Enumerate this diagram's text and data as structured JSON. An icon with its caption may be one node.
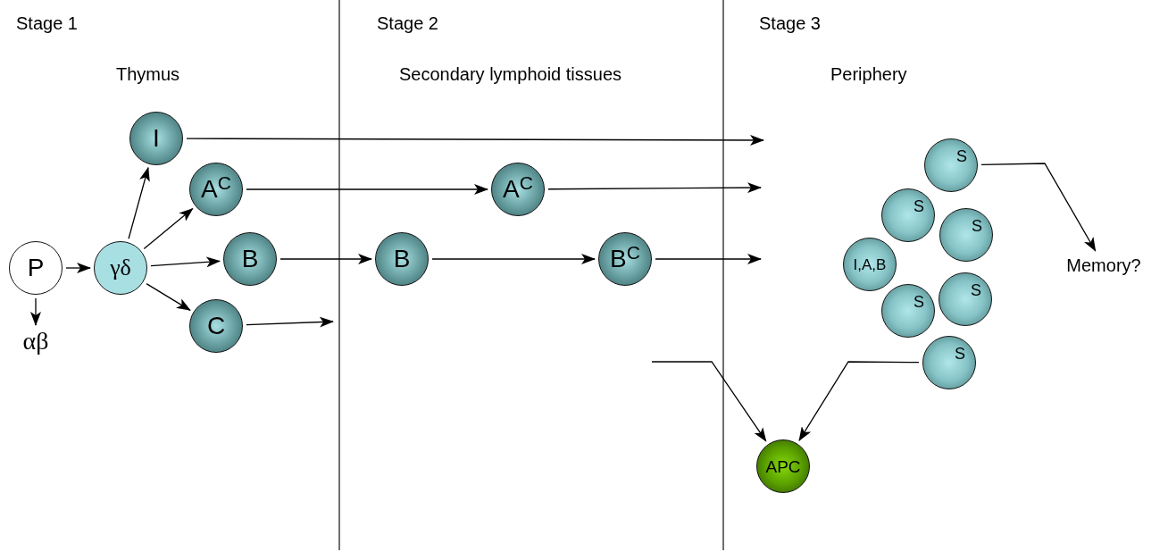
{
  "diagram": {
    "nodes": [
      {
        "text": [
          "P"
        ]
      },
      {
        "text": [
          "γδ"
        ]
      },
      {
        "text": [
          "I"
        ]
      },
      {
        "text": [
          "A$^{C}$"
        ]
      },
      {
        "text": [
          "B"
        ]
      },
      {
        "text": [
          "C"
        ]
      },
      {
        "text": [
          "αβ"
        ]
      },
      {
        "text": [
          "B"
        ]
      },
      {
        "text": [
          "A$^{C}$"
        ]
      },
      {
        "text": [
          "B$^{C}$"
        ]
      },
      {
        "text": [
          "S"
        ]
      },
      {
        "text": [
          "S"
        ]
      },
      {
        "text": [
          "S"
        ]
      },
      {
        "text": [
          "I,A,B"
        ]
      },
      {
        "text": [
          "S"
        ]
      },
      {
        "text": [
          "S"
        ]
      },
      {
        "text": [
          "S"
        ]
      },
      {
        "text": [
          "APC"
        ]
      },
      {
        "text": [
          "Memory?"
        ]
      }
    ],
    "edges": [
      {
        "from": 0,
        "to": 1,
        "arrow": "to"
      },
      {
        "from": 0,
        "to": 6,
        "arrow": "to"
      },
      {
        "from": 1,
        "to": 2,
        "arrow": "to"
      },
      {
        "from": 1,
        "to": 3,
        "arrow": "to"
      },
      {
        "from": 1,
        "to": 4,
        "arrow": "to"
      },
      {
        "from": 1,
        "to": 5,
        "arrow": "to"
      },
      {
        "from": 2,
        "to": null,
        "arrow": "to"
      },
      {
        "from": 3,
        "to": 8,
        "arrow": "to"
      },
      {
        "from": 4,
        "to": 7,
        "arrow": "to"
      },
      {
        "from": 5,
        "to": null,
        "arrow": "to"
      },
      {
        "from": 7,
        "to": 9,
        "arrow": "to"
      },
      {
        "from": 8,
        "to": null,
        "arrow": "to"
      },
      {
        "from": 9,
        "to": null,
        "arrow": "to"
      },
      {
        "from": 10,
        "to": 18,
        "arrow": "to"
      },
      {
        "from": null,
        "to": 17,
        "arrow": "to"
      },
      {
        "from": 16,
        "to": 17,
        "arrow": "to"
      }
    ],
    "labels": [
      "Stage 1",
      "Stage 2",
      "Stage 3",
      "Thymus",
      "Secondary lymphoid tissues",
      "Periphery"
    ]
  }
}
